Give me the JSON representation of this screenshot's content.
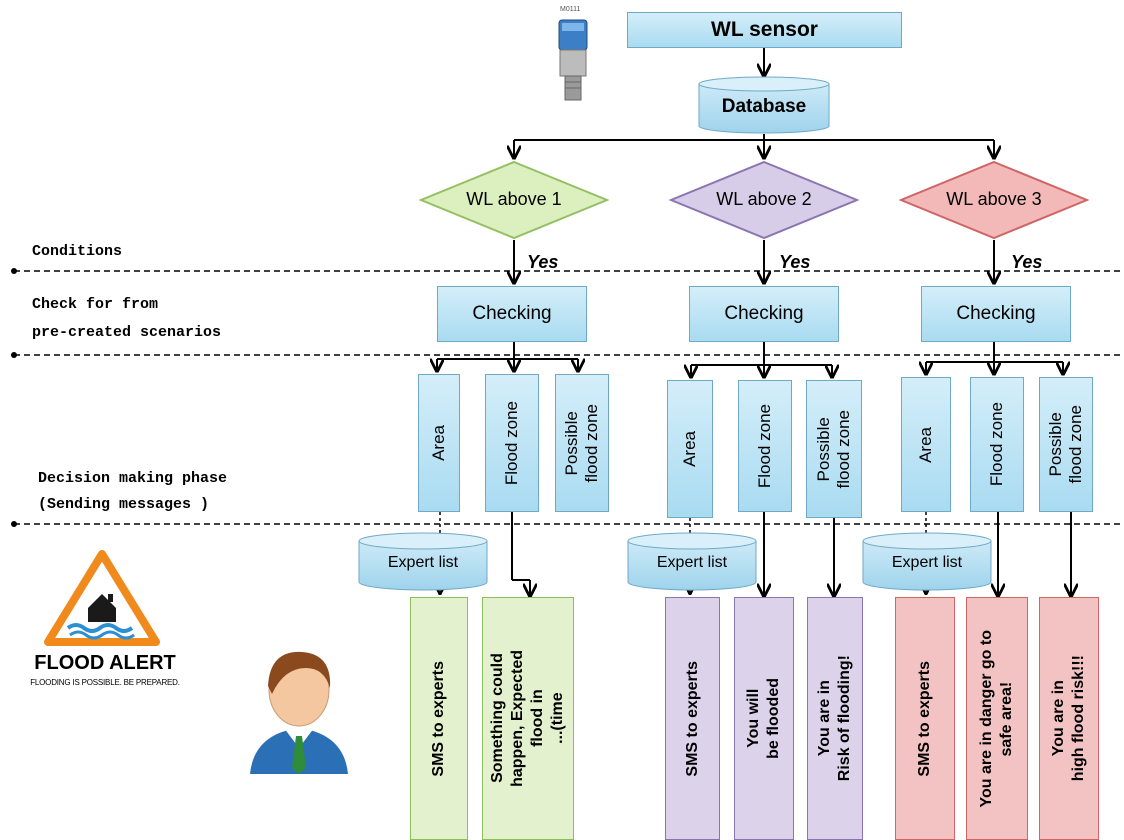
{
  "top": {
    "sensor_label": "WL sensor",
    "database_label": "Database",
    "sensor_tag": "M0111"
  },
  "phases": {
    "conditions": "Conditions",
    "check_line1": "Check for from",
    "check_line2": "pre-created scenarios",
    "decision_line1": "Decision making phase",
    "decision_line2": "(Sending messages )"
  },
  "branches": [
    {
      "condition": "WL above 1",
      "yes": "Yes",
      "checking": "Checking",
      "sub": [
        "Area",
        "Flood zone",
        "Possible\nflood zone"
      ],
      "expert": "Expert list",
      "messages": [
        "SMS to experts",
        "Something could\nhappen, Expected\nflood in\n...(time"
      ],
      "colors": {
        "diamond_fill": "#dcefbf",
        "diamond_stroke": "#93c063"
      }
    },
    {
      "condition": "WL above 2",
      "yes": "Yes",
      "checking": "Checking",
      "sub": [
        "Area",
        "Flood zone",
        "Possible\nflood zone"
      ],
      "expert": "Expert list",
      "messages": [
        "SMS to experts",
        "You will\nbe flooded",
        "You are in\nRisk of flooding!"
      ],
      "colors": {
        "diamond_fill": "#d8cde8",
        "diamond_stroke": "#8a74b1"
      }
    },
    {
      "condition": "WL above 3",
      "yes": "Yes",
      "checking": "Checking",
      "sub": [
        "Area",
        "Flood zone",
        "Possible\nflood zone"
      ],
      "expert": "Expert list",
      "messages": [
        "SMS to experts",
        "You are in danger go to\nsafe area!",
        "You are in\nhigh flood risk!!!"
      ],
      "colors": {
        "diamond_fill": "#f3b9b9",
        "diamond_stroke": "#cf6565"
      }
    }
  ],
  "alert": {
    "title": "FLOOD ALERT",
    "subtitle": "FLOODING IS POSSIBLE. BE PREPARED."
  },
  "icons": [
    "sensor-icon",
    "flood-warning-icon",
    "person-icon"
  ]
}
